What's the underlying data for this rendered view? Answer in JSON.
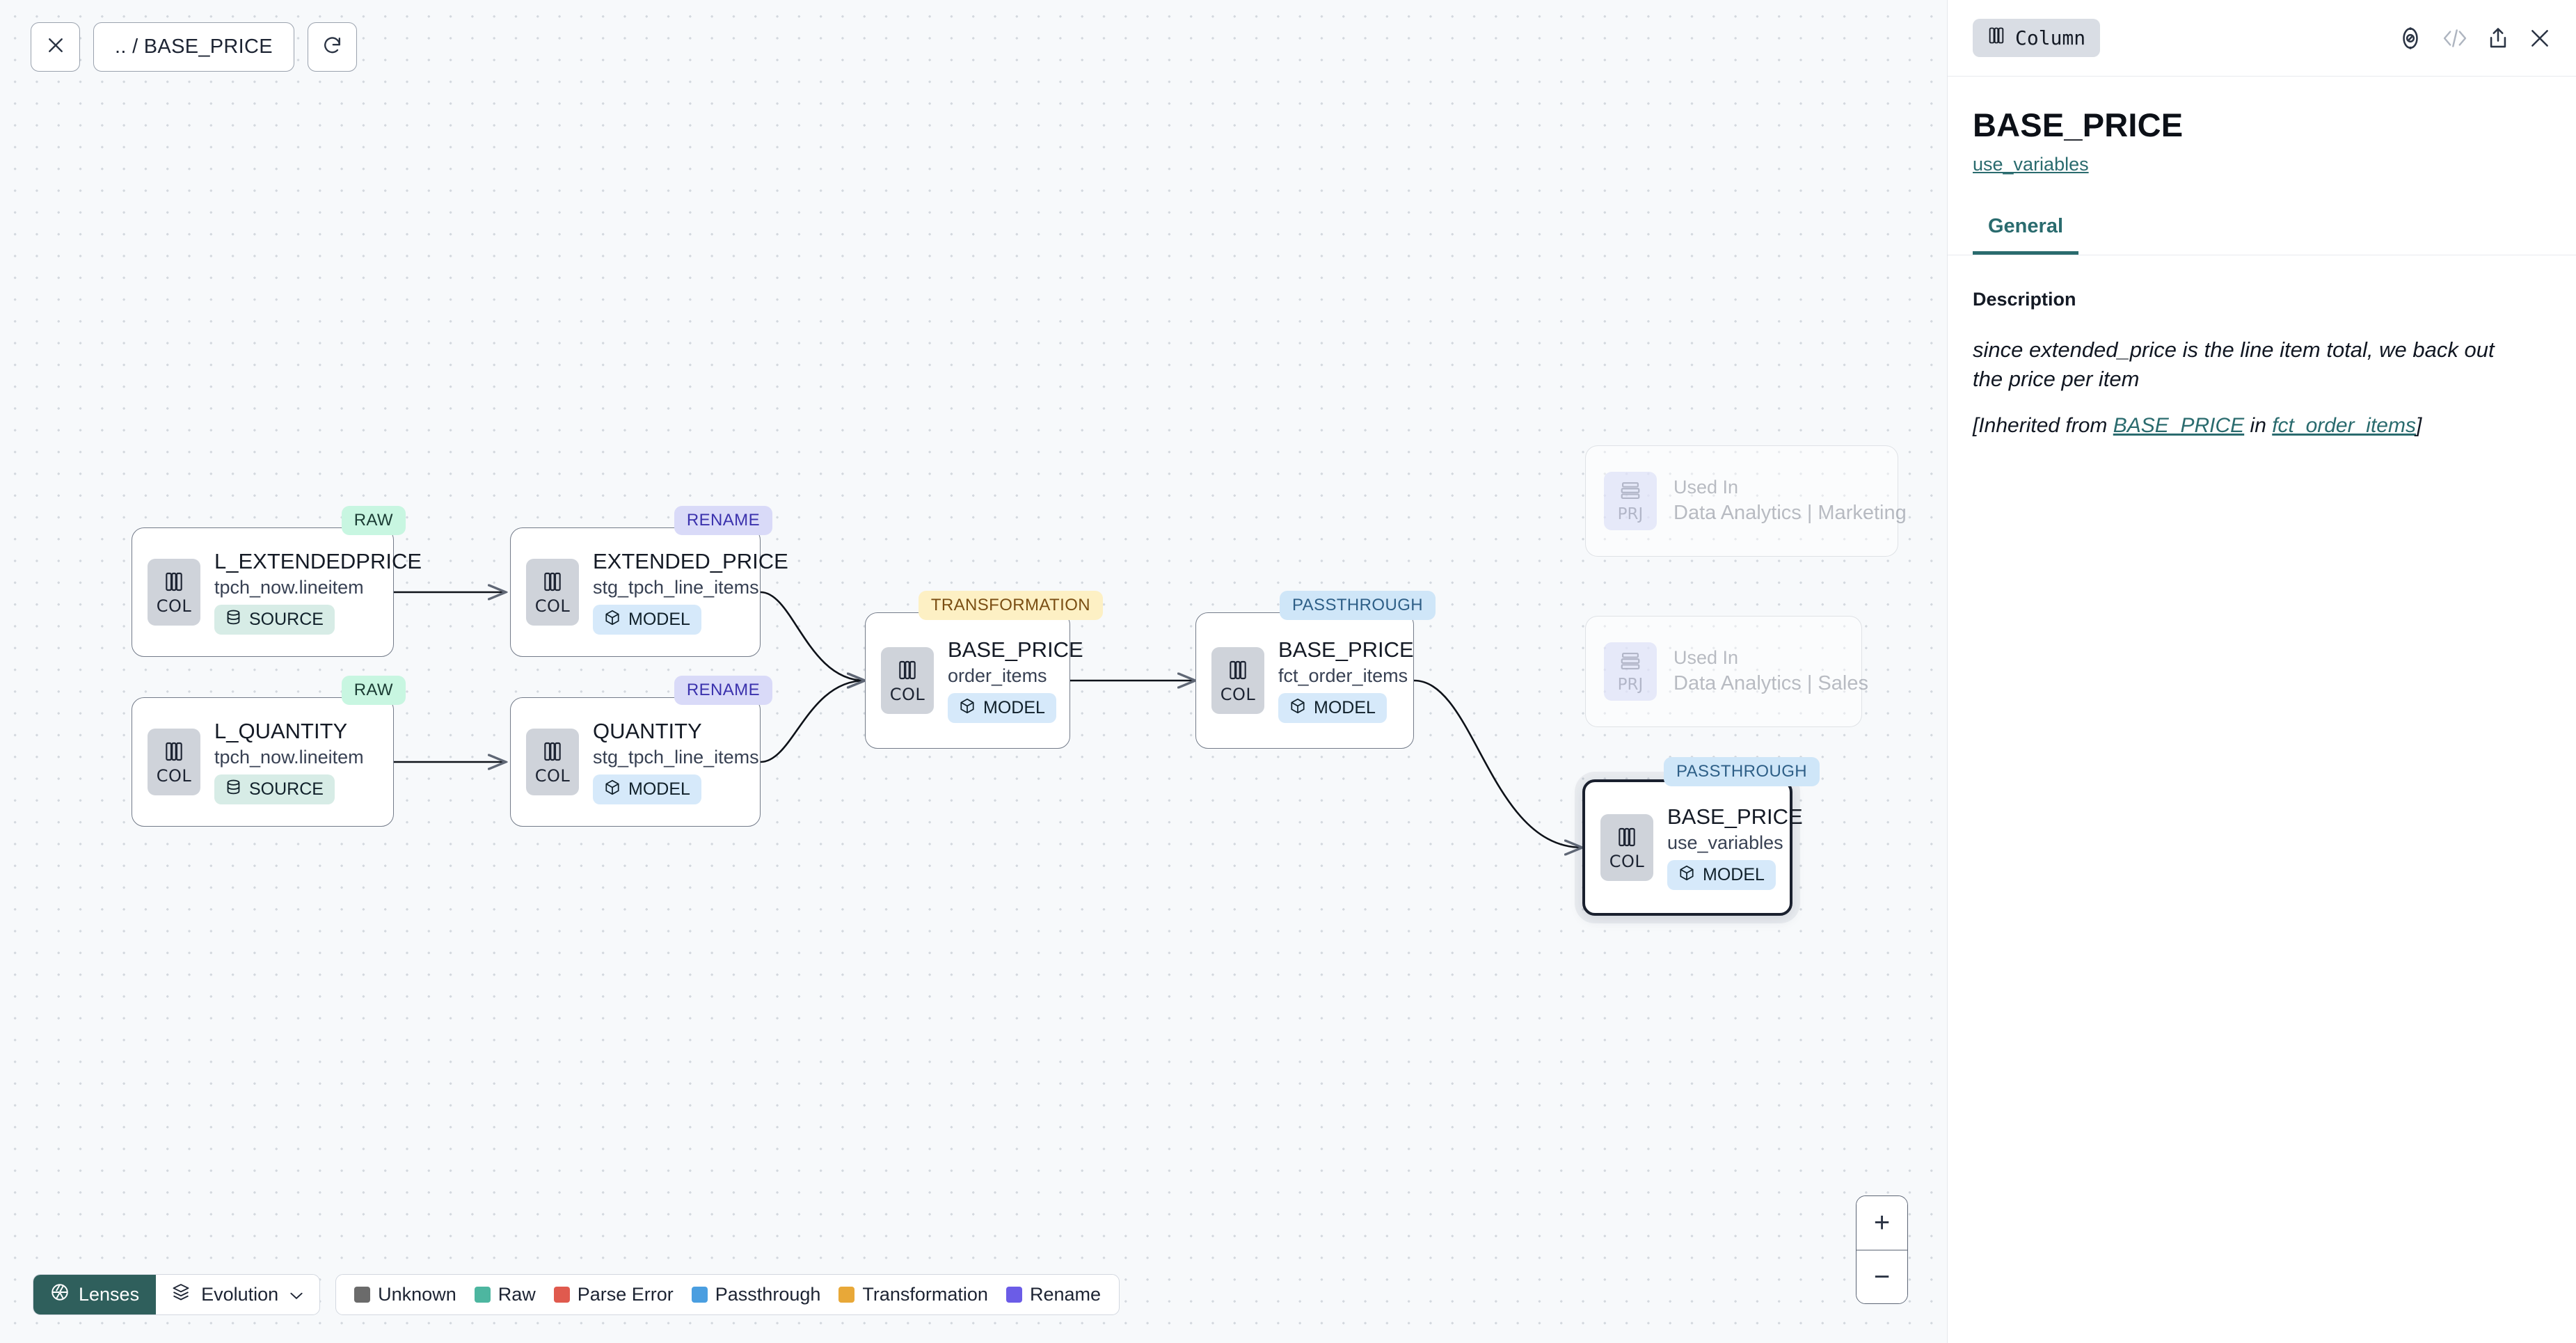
{
  "toolbar": {
    "close_icon": "close-icon",
    "breadcrumb": ".. / BASE_PRICE",
    "refresh_icon": "refresh-icon"
  },
  "graph": {
    "nodes": [
      {
        "title": "L_EXTENDEDPRICE",
        "subtitle": "tpch_now.lineitem",
        "chip": "COL",
        "tag": "SOURCE",
        "tag_kind": "source",
        "badge": "RAW",
        "badge_kind": "raw",
        "selected": false
      },
      {
        "title": "L_QUANTITY",
        "subtitle": "tpch_now.lineitem",
        "chip": "COL",
        "tag": "SOURCE",
        "tag_kind": "source",
        "badge": "RAW",
        "badge_kind": "raw",
        "selected": false
      },
      {
        "title": "EXTENDED_PRICE",
        "subtitle": "stg_tpch_line_items",
        "chip": "COL",
        "tag": "MODEL",
        "tag_kind": "model",
        "badge": "RENAME",
        "badge_kind": "rename",
        "selected": false
      },
      {
        "title": "QUANTITY",
        "subtitle": "stg_tpch_line_items",
        "chip": "COL",
        "tag": "MODEL",
        "tag_kind": "model",
        "badge": "RENAME",
        "badge_kind": "rename",
        "selected": false
      },
      {
        "title": "BASE_PRICE",
        "subtitle": "order_items",
        "chip": "COL",
        "tag": "MODEL",
        "tag_kind": "model",
        "badge": "TRANSFORMATION",
        "badge_kind": "transformation",
        "selected": false
      },
      {
        "title": "BASE_PRICE",
        "subtitle": "fct_order_items",
        "chip": "COL",
        "tag": "MODEL",
        "tag_kind": "model",
        "badge": "PASSTHROUGH",
        "badge_kind": "passthrough",
        "selected": false
      },
      {
        "title": "BASE_PRICE",
        "subtitle": "use_variables",
        "chip": "COL",
        "tag": "MODEL",
        "tag_kind": "model",
        "badge": "PASSTHROUGH",
        "badge_kind": "passthrough",
        "selected": true
      }
    ],
    "used_in": [
      {
        "chip": "PRJ",
        "label": "Used In",
        "value": "Data Analytics | Marketing"
      },
      {
        "chip": "PRJ",
        "label": "Used In",
        "value": "Data Analytics | Sales"
      }
    ]
  },
  "bottom": {
    "lenses_label": "Lenses",
    "evolution_label": "Evolution",
    "legend": [
      {
        "label": "Unknown",
        "color": "#6b6b6b"
      },
      {
        "label": "Raw",
        "color": "#4db6a0"
      },
      {
        "label": "Parse Error",
        "color": "#e05a4e"
      },
      {
        "label": "Passthrough",
        "color": "#4a9ee0"
      },
      {
        "label": "Transformation",
        "color": "#e8a838"
      },
      {
        "label": "Rename",
        "color": "#6b5ce7"
      }
    ],
    "zoom_in": "+",
    "zoom_out": "−"
  },
  "panel": {
    "type_label": "Column",
    "title": "BASE_PRICE",
    "model_link": "use_variables",
    "tabs": [
      {
        "label": "General",
        "active": true
      }
    ],
    "description_heading": "Description",
    "description_text": "since extended_price is the line item total, we back out the price per item",
    "inherited_prefix": "[Inherited from ",
    "inherited_link1": "BASE_PRICE",
    "inherited_mid": " in ",
    "inherited_link2": "fct_order_items",
    "inherited_suffix": "]"
  },
  "colors": {
    "accent_teal": "#2a6b6e",
    "lenses_bg": "#2f5f5c",
    "canvas_bg": "#f7f9fb"
  }
}
